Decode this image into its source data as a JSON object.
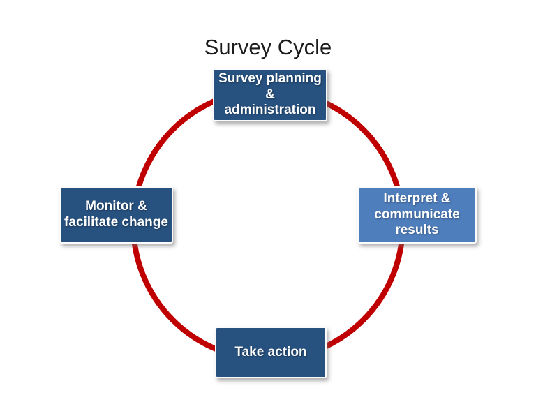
{
  "title": "Survey Cycle",
  "colors": {
    "circle_stroke": "#C00000",
    "dark_node_fill": "#27517F",
    "light_node_fill": "#4F7EBD",
    "node_text": "#FFFFFF",
    "title_text": "#1B1B1B",
    "background": "#FFFFFF"
  },
  "cycle": {
    "nodes": [
      {
        "id": "top",
        "position": "top",
        "lines": [
          "Survey planning &",
          "administration"
        ],
        "fill": "#27517F"
      },
      {
        "id": "right",
        "position": "right",
        "lines": [
          "Interpret &",
          "communicate",
          "results"
        ],
        "fill": "#4F7EBD"
      },
      {
        "id": "bottom",
        "position": "bottom",
        "lines": [
          "Take action"
        ],
        "fill": "#27517F"
      },
      {
        "id": "left",
        "position": "left",
        "lines": [
          "Monitor &",
          "facilitate change"
        ],
        "fill": "#27517F"
      }
    ]
  }
}
